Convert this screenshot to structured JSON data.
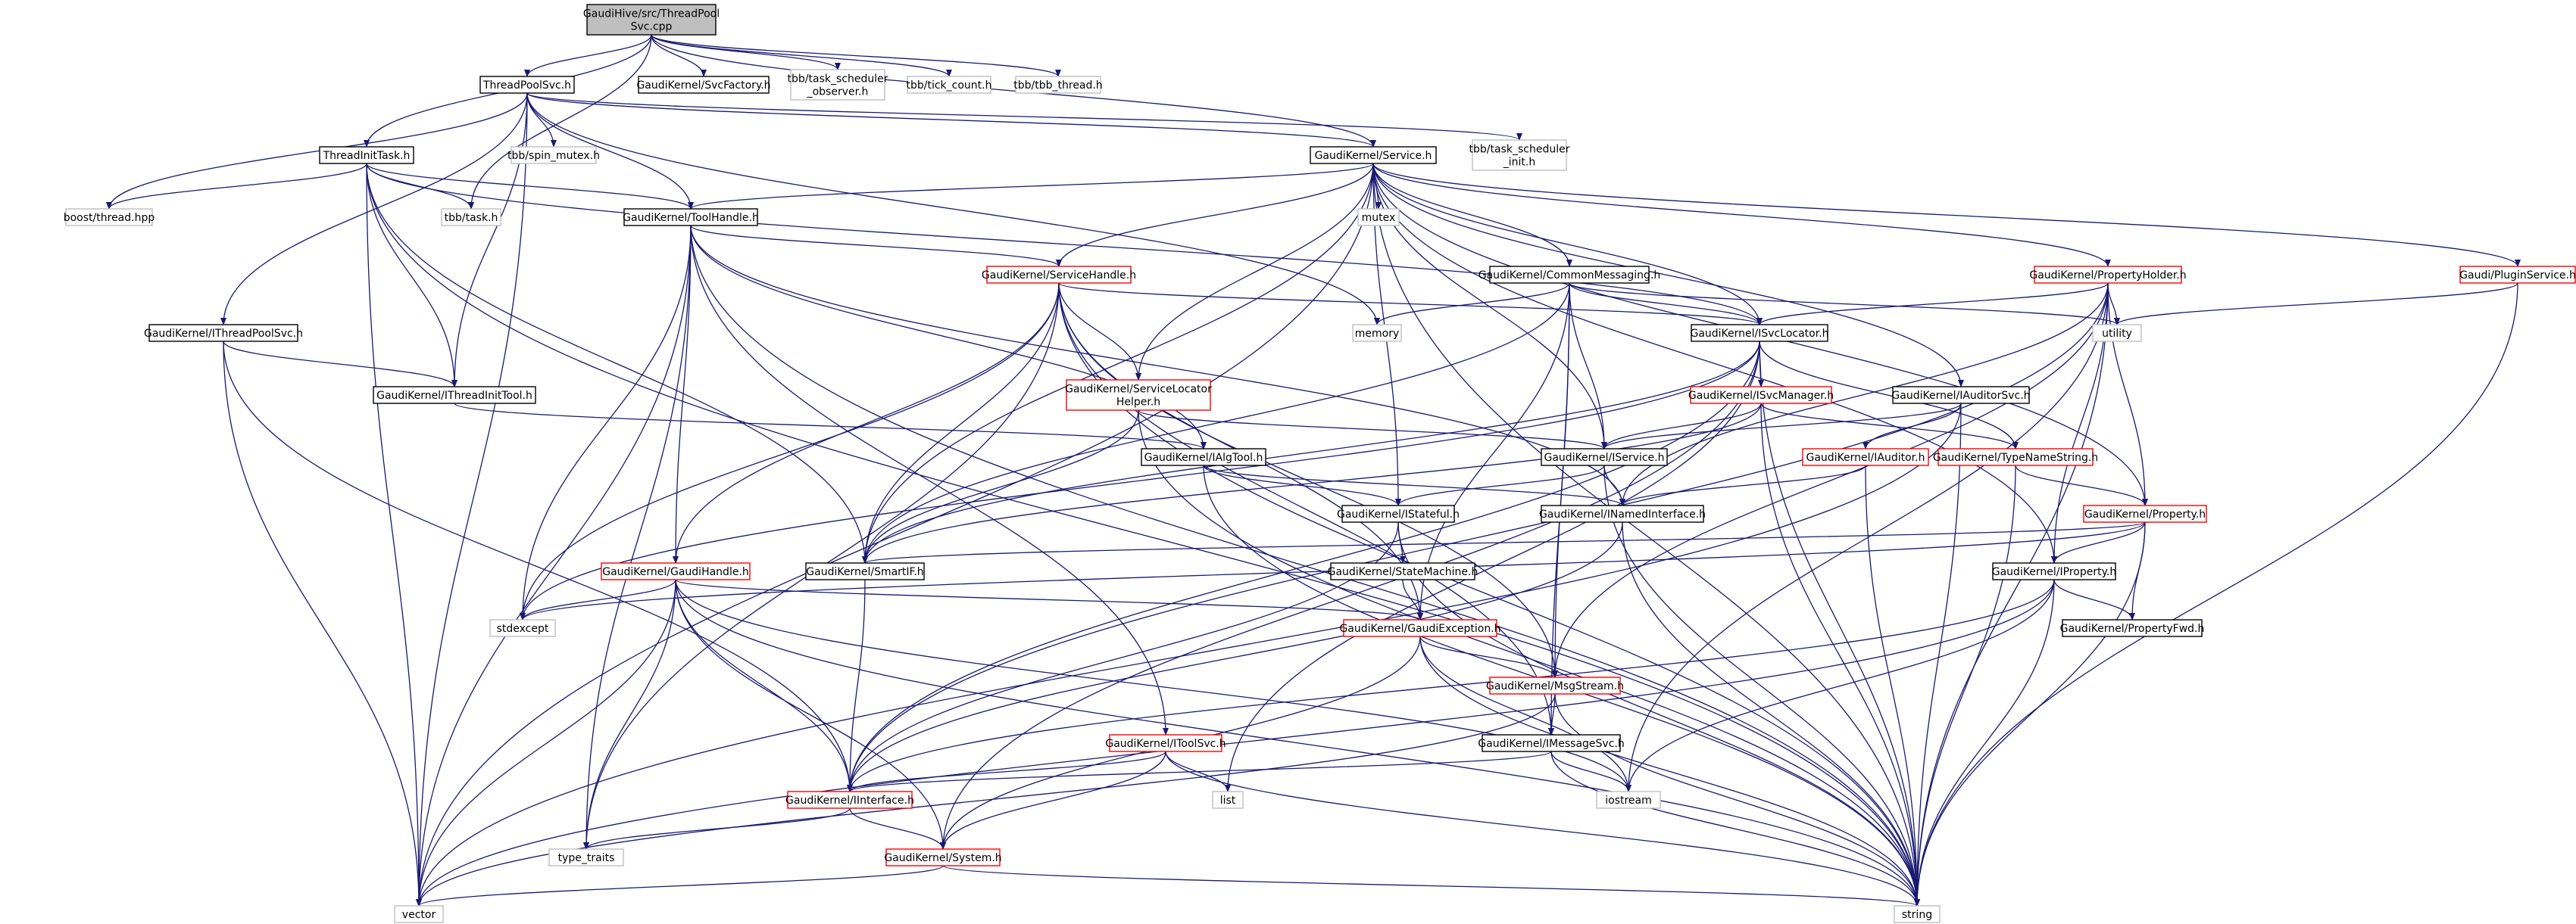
{
  "colors": {
    "edge": "#191970",
    "text": "#000000",
    "text_missing": "#bfbfbf",
    "border_normal": "#000000",
    "border_truncated": "#ff0000",
    "border_missing": "#bfbfbf",
    "fill_root": "#bfbfbf",
    "fill_default": "#ffffff"
  },
  "nodes": [
    {
      "id": "root",
      "lines": [
        "GaudiHive/src/ThreadPool",
        "Svc.cpp"
      ],
      "style": "root"
    },
    {
      "id": "tpsvc",
      "lines": [
        "ThreadPoolSvc.h"
      ],
      "style": "normal"
    },
    {
      "id": "svcfactory",
      "lines": [
        "GaudiKernel/SvcFactory.h"
      ],
      "style": "normal"
    },
    {
      "id": "tbbobs",
      "lines": [
        "tbb/task_scheduler",
        "_observer.h"
      ],
      "style": "missing"
    },
    {
      "id": "tickcount",
      "lines": [
        "tbb/tick_count.h"
      ],
      "style": "missing"
    },
    {
      "id": "tbbthread",
      "lines": [
        "tbb/tbb_thread.h"
      ],
      "style": "missing"
    },
    {
      "id": "tinittask",
      "lines": [
        "ThreadInitTask.h"
      ],
      "style": "normal"
    },
    {
      "id": "spinmutex",
      "lines": [
        "tbb/spin_mutex.h"
      ],
      "style": "missing"
    },
    {
      "id": "service",
      "lines": [
        "GaudiKernel/Service.h"
      ],
      "style": "normal"
    },
    {
      "id": "tbbinit",
      "lines": [
        "tbb/task_scheduler",
        "_init.h"
      ],
      "style": "missing"
    },
    {
      "id": "boostthread",
      "lines": [
        "boost/thread.hpp"
      ],
      "style": "missing"
    },
    {
      "id": "tbbtask",
      "lines": [
        "tbb/task.h"
      ],
      "style": "missing"
    },
    {
      "id": "toolhandle",
      "lines": [
        "GaudiKernel/ToolHandle.h"
      ],
      "style": "normal"
    },
    {
      "id": "mutex",
      "lines": [
        "mutex"
      ],
      "style": "missing"
    },
    {
      "id": "servicehandle",
      "lines": [
        "GaudiKernel/ServiceHandle.h"
      ],
      "style": "truncated"
    },
    {
      "id": "commonmsg",
      "lines": [
        "GaudiKernel/CommonMessaging.h"
      ],
      "style": "normal"
    },
    {
      "id": "propholder",
      "lines": [
        "GaudiKernel/PropertyHolder.h"
      ],
      "style": "truncated"
    },
    {
      "id": "pluginsvc",
      "lines": [
        "Gaudi/PluginService.h"
      ],
      "style": "truncated"
    },
    {
      "id": "ithreadpoolsvc",
      "lines": [
        "GaudiKernel/IThreadPoolSvc.h"
      ],
      "style": "normal"
    },
    {
      "id": "memory",
      "lines": [
        "memory"
      ],
      "style": "missing"
    },
    {
      "id": "isvclocator",
      "lines": [
        "GaudiKernel/ISvcLocator.h"
      ],
      "style": "normal"
    },
    {
      "id": "utility",
      "lines": [
        "utility"
      ],
      "style": "missing"
    },
    {
      "id": "ithreadinittool",
      "lines": [
        "GaudiKernel/IThreadInitTool.h"
      ],
      "style": "normal"
    },
    {
      "id": "svclochelper",
      "lines": [
        "GaudiKernel/ServiceLocator",
        "Helper.h"
      ],
      "style": "truncated"
    },
    {
      "id": "isvcmanager",
      "lines": [
        "GaudiKernel/ISvcManager.h"
      ],
      "style": "truncated"
    },
    {
      "id": "iauditorsvc",
      "lines": [
        "GaudiKernel/IAuditorSvc.h"
      ],
      "style": "normal"
    },
    {
      "id": "ialgtool",
      "lines": [
        "GaudiKernel/IAlgTool.h"
      ],
      "style": "normal"
    },
    {
      "id": "iservice",
      "lines": [
        "GaudiKernel/IService.h"
      ],
      "style": "normal"
    },
    {
      "id": "iauditor",
      "lines": [
        "GaudiKernel/IAuditor.h"
      ],
      "style": "truncated"
    },
    {
      "id": "typenamestring",
      "lines": [
        "GaudiKernel/TypeNameString.h"
      ],
      "style": "truncated"
    },
    {
      "id": "istateful",
      "lines": [
        "GaudiKernel/IStateful.h"
      ],
      "style": "normal"
    },
    {
      "id": "inamedinterface",
      "lines": [
        "GaudiKernel/INamedInterface.h"
      ],
      "style": "normal"
    },
    {
      "id": "property",
      "lines": [
        "GaudiKernel/Property.h"
      ],
      "style": "truncated"
    },
    {
      "id": "gaudihandle",
      "lines": [
        "GaudiKernel/GaudiHandle.h"
      ],
      "style": "truncated"
    },
    {
      "id": "smartif",
      "lines": [
        "GaudiKernel/SmartIF.h"
      ],
      "style": "normal"
    },
    {
      "id": "statemachine",
      "lines": [
        "GaudiKernel/StateMachine.h"
      ],
      "style": "normal"
    },
    {
      "id": "iproperty",
      "lines": [
        "GaudiKernel/IProperty.h"
      ],
      "style": "normal"
    },
    {
      "id": "stdexcept",
      "lines": [
        "stdexcept"
      ],
      "style": "missing"
    },
    {
      "id": "gaudiexception",
      "lines": [
        "GaudiKernel/GaudiException.h"
      ],
      "style": "truncated"
    },
    {
      "id": "propertyfwd",
      "lines": [
        "GaudiKernel/PropertyFwd.h"
      ],
      "style": "normal"
    },
    {
      "id": "msgstream",
      "lines": [
        "GaudiKernel/MsgStream.h"
      ],
      "style": "truncated"
    },
    {
      "id": "itoolsvc",
      "lines": [
        "GaudiKernel/IToolSvc.h"
      ],
      "style": "truncated"
    },
    {
      "id": "imessagesvc",
      "lines": [
        "GaudiKernel/IMessageSvc.h"
      ],
      "style": "normal"
    },
    {
      "id": "list",
      "lines": [
        "list"
      ],
      "style": "missing"
    },
    {
      "id": "iinterface",
      "lines": [
        "GaudiKernel/IInterface.h"
      ],
      "style": "truncated"
    },
    {
      "id": "iostream",
      "lines": [
        "iostream"
      ],
      "style": "missing"
    },
    {
      "id": "typetraits",
      "lines": [
        "type_traits"
      ],
      "style": "missing"
    },
    {
      "id": "system",
      "lines": [
        "GaudiKernel/System.h"
      ],
      "style": "truncated"
    },
    {
      "id": "vector",
      "lines": [
        "vector"
      ],
      "style": "missing"
    },
    {
      "id": "string",
      "lines": [
        "string"
      ],
      "style": "missing"
    }
  ],
  "edges": [
    [
      "root",
      "tpsvc"
    ],
    [
      "root",
      "svcfactory"
    ],
    [
      "root",
      "tbbobs"
    ],
    [
      "root",
      "tickcount"
    ],
    [
      "root",
      "tbbthread"
    ],
    [
      "root",
      "tinittask"
    ],
    [
      "root",
      "tbbtask"
    ],
    [
      "root",
      "service"
    ],
    [
      "tpsvc",
      "service"
    ],
    [
      "tpsvc",
      "toolhandle"
    ],
    [
      "tpsvc",
      "spinmutex"
    ],
    [
      "tpsvc",
      "tbbinit"
    ],
    [
      "tpsvc",
      "boostthread"
    ],
    [
      "tpsvc",
      "ithreadpoolsvc"
    ],
    [
      "tpsvc",
      "ithreadinittool"
    ],
    [
      "tpsvc",
      "vector"
    ],
    [
      "tpsvc",
      "memory"
    ],
    [
      "tinittask",
      "toolhandle"
    ],
    [
      "tinittask",
      "tbbtask"
    ],
    [
      "tinittask",
      "boostthread"
    ],
    [
      "tinittask",
      "ithreadinittool"
    ],
    [
      "tinittask",
      "isvclocator"
    ],
    [
      "tinittask",
      "smartif"
    ],
    [
      "tinittask",
      "vector"
    ],
    [
      "tinittask",
      "string"
    ],
    [
      "service",
      "toolhandle"
    ],
    [
      "service",
      "mutex"
    ],
    [
      "service",
      "servicehandle"
    ],
    [
      "service",
      "commonmsg"
    ],
    [
      "service",
      "propholder"
    ],
    [
      "service",
      "pluginsvc"
    ],
    [
      "service",
      "isvclocator"
    ],
    [
      "service",
      "svclochelper"
    ],
    [
      "service",
      "iauditorsvc"
    ],
    [
      "service",
      "iservice"
    ],
    [
      "service",
      "istateful"
    ],
    [
      "service",
      "smartif"
    ],
    [
      "service",
      "property"
    ],
    [
      "service",
      "iproperty"
    ],
    [
      "service",
      "vector"
    ],
    [
      "service",
      "string"
    ],
    [
      "toolhandle",
      "servicehandle"
    ],
    [
      "toolhandle",
      "ialgtool"
    ],
    [
      "toolhandle",
      "gaudihandle"
    ],
    [
      "toolhandle",
      "itoolsvc"
    ],
    [
      "toolhandle",
      "inamedinterface"
    ],
    [
      "toolhandle",
      "stdexcept"
    ],
    [
      "toolhandle",
      "typetraits"
    ],
    [
      "toolhandle",
      "vector"
    ],
    [
      "toolhandle",
      "string"
    ],
    [
      "servicehandle",
      "svclochelper"
    ],
    [
      "servicehandle",
      "isvclocator"
    ],
    [
      "servicehandle",
      "gaudihandle"
    ],
    [
      "servicehandle",
      "gaudiexception"
    ],
    [
      "servicehandle",
      "msgstream"
    ],
    [
      "servicehandle",
      "smartif"
    ],
    [
      "servicehandle",
      "imessagesvc"
    ],
    [
      "servicehandle",
      "typetraits"
    ],
    [
      "servicehandle",
      "stdexcept"
    ],
    [
      "servicehandle",
      "string"
    ],
    [
      "commonmsg",
      "isvclocator"
    ],
    [
      "commonmsg",
      "imessagesvc"
    ],
    [
      "commonmsg",
      "msgstream"
    ],
    [
      "commonmsg",
      "iservice"
    ],
    [
      "commonmsg",
      "gaudiexception"
    ],
    [
      "commonmsg",
      "smartif"
    ],
    [
      "commonmsg",
      "memory"
    ],
    [
      "commonmsg",
      "utility"
    ],
    [
      "propholder",
      "iproperty"
    ],
    [
      "propholder",
      "property"
    ],
    [
      "propholder",
      "isvclocator"
    ],
    [
      "propholder",
      "inamedinterface"
    ],
    [
      "propholder",
      "utility"
    ],
    [
      "propholder",
      "iinterface"
    ],
    [
      "propholder",
      "msgstream"
    ],
    [
      "propholder",
      "iostream"
    ],
    [
      "propholder",
      "string"
    ],
    [
      "pluginsvc",
      "utility"
    ],
    [
      "pluginsvc",
      "string"
    ],
    [
      "ithreadpoolsvc",
      "ithreadinittool"
    ],
    [
      "ithreadpoolsvc",
      "iinterface"
    ],
    [
      "ithreadpoolsvc",
      "vector"
    ],
    [
      "ithreadinittool",
      "ialgtool"
    ],
    [
      "isvclocator",
      "isvcmanager"
    ],
    [
      "isvclocator",
      "typenamestring"
    ],
    [
      "isvclocator",
      "iinterface"
    ],
    [
      "isvclocator",
      "smartif"
    ],
    [
      "isvclocator",
      "system"
    ],
    [
      "isvclocator",
      "list"
    ],
    [
      "isvclocator",
      "stdexcept"
    ],
    [
      "isvclocator",
      "string"
    ],
    [
      "svclochelper",
      "iservice"
    ],
    [
      "svclochelper",
      "smartif"
    ],
    [
      "svclochelper",
      "string"
    ],
    [
      "isvcmanager",
      "iservice"
    ],
    [
      "isvcmanager",
      "typenamestring"
    ],
    [
      "isvcmanager",
      "smartif"
    ],
    [
      "isvcmanager",
      "string"
    ],
    [
      "iauditorsvc",
      "iauditor"
    ],
    [
      "iauditorsvc",
      "iservice"
    ],
    [
      "iauditorsvc",
      "vector"
    ],
    [
      "iauditorsvc",
      "string"
    ],
    [
      "ialgtool",
      "istateful"
    ],
    [
      "ialgtool",
      "inamedinterface"
    ],
    [
      "ialgtool",
      "string"
    ],
    [
      "iservice",
      "istateful"
    ],
    [
      "iservice",
      "inamedinterface"
    ],
    [
      "iservice",
      "string"
    ],
    [
      "iauditor",
      "inamedinterface"
    ],
    [
      "iauditor",
      "string"
    ],
    [
      "typenamestring",
      "property"
    ],
    [
      "typenamestring",
      "string"
    ],
    [
      "istateful",
      "statemachine"
    ],
    [
      "istateful",
      "iinterface"
    ],
    [
      "istateful",
      "string"
    ],
    [
      "inamedinterface",
      "iinterface"
    ],
    [
      "inamedinterface",
      "string"
    ],
    [
      "property",
      "iproperty"
    ],
    [
      "property",
      "propertyfwd"
    ],
    [
      "property",
      "smartif"
    ],
    [
      "property",
      "stdexcept"
    ],
    [
      "property",
      "string"
    ],
    [
      "gaudihandle",
      "gaudiexception"
    ],
    [
      "gaudihandle",
      "iinterface"
    ],
    [
      "gaudihandle",
      "system"
    ],
    [
      "gaudihandle",
      "stdexcept"
    ],
    [
      "gaudihandle",
      "typetraits"
    ],
    [
      "gaudihandle",
      "iostream"
    ],
    [
      "gaudihandle",
      "vector"
    ],
    [
      "gaudihandle",
      "string"
    ],
    [
      "smartif",
      "iinterface"
    ],
    [
      "statemachine",
      "gaudiexception"
    ],
    [
      "iproperty",
      "propertyfwd"
    ],
    [
      "iproperty",
      "iinterface"
    ],
    [
      "iproperty",
      "iostream"
    ],
    [
      "iproperty",
      "vector"
    ],
    [
      "iproperty",
      "string"
    ],
    [
      "gaudiexception",
      "msgstream"
    ],
    [
      "gaudiexception",
      "system"
    ],
    [
      "gaudiexception",
      "iostream"
    ],
    [
      "gaudiexception",
      "string"
    ],
    [
      "msgstream",
      "imessagesvc"
    ],
    [
      "msgstream",
      "vector"
    ],
    [
      "msgstream",
      "string"
    ],
    [
      "itoolsvc",
      "iinterface"
    ],
    [
      "itoolsvc",
      "system"
    ],
    [
      "itoolsvc",
      "list"
    ],
    [
      "itoolsvc",
      "string"
    ],
    [
      "imessagesvc",
      "iinterface"
    ],
    [
      "imessagesvc",
      "iostream"
    ],
    [
      "imessagesvc",
      "string"
    ],
    [
      "iinterface",
      "system"
    ],
    [
      "iinterface",
      "typetraits"
    ],
    [
      "system",
      "vector"
    ],
    [
      "system",
      "string"
    ]
  ]
}
